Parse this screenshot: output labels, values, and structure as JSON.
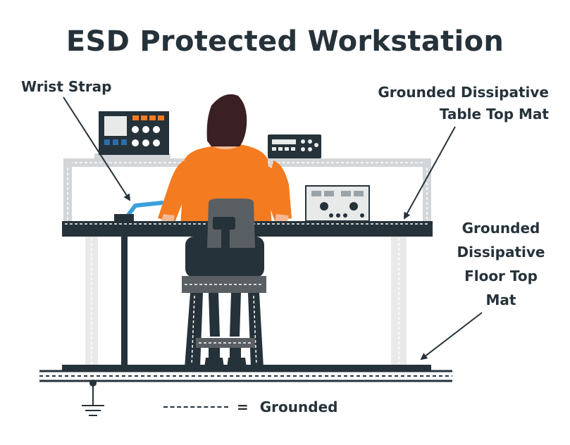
{
  "title": "ESD Protected Workstation",
  "callouts": {
    "wrist_strap": "Wrist Strap",
    "table_mat_line1": "Grounded Dissipative",
    "table_mat_line2": "Table Top Mat",
    "floor_mat_line1": "Grounded",
    "floor_mat_line2": "Dissipative",
    "floor_mat_line3": "Floor Top",
    "floor_mat_line4": "Mat"
  },
  "legend": {
    "equals": "=",
    "label": "Grounded"
  },
  "colors": {
    "dark": "#26323a",
    "shirt": "#f47b20",
    "hair": "#3a1f23",
    "skin": "#f5b895",
    "frame": "#d3d6d8",
    "leg_light": "#e8eaea",
    "wrist_cable": "#3aa0dc",
    "equipment_orange": "#f47b20",
    "equipment_blue": "#2d6ea8"
  }
}
